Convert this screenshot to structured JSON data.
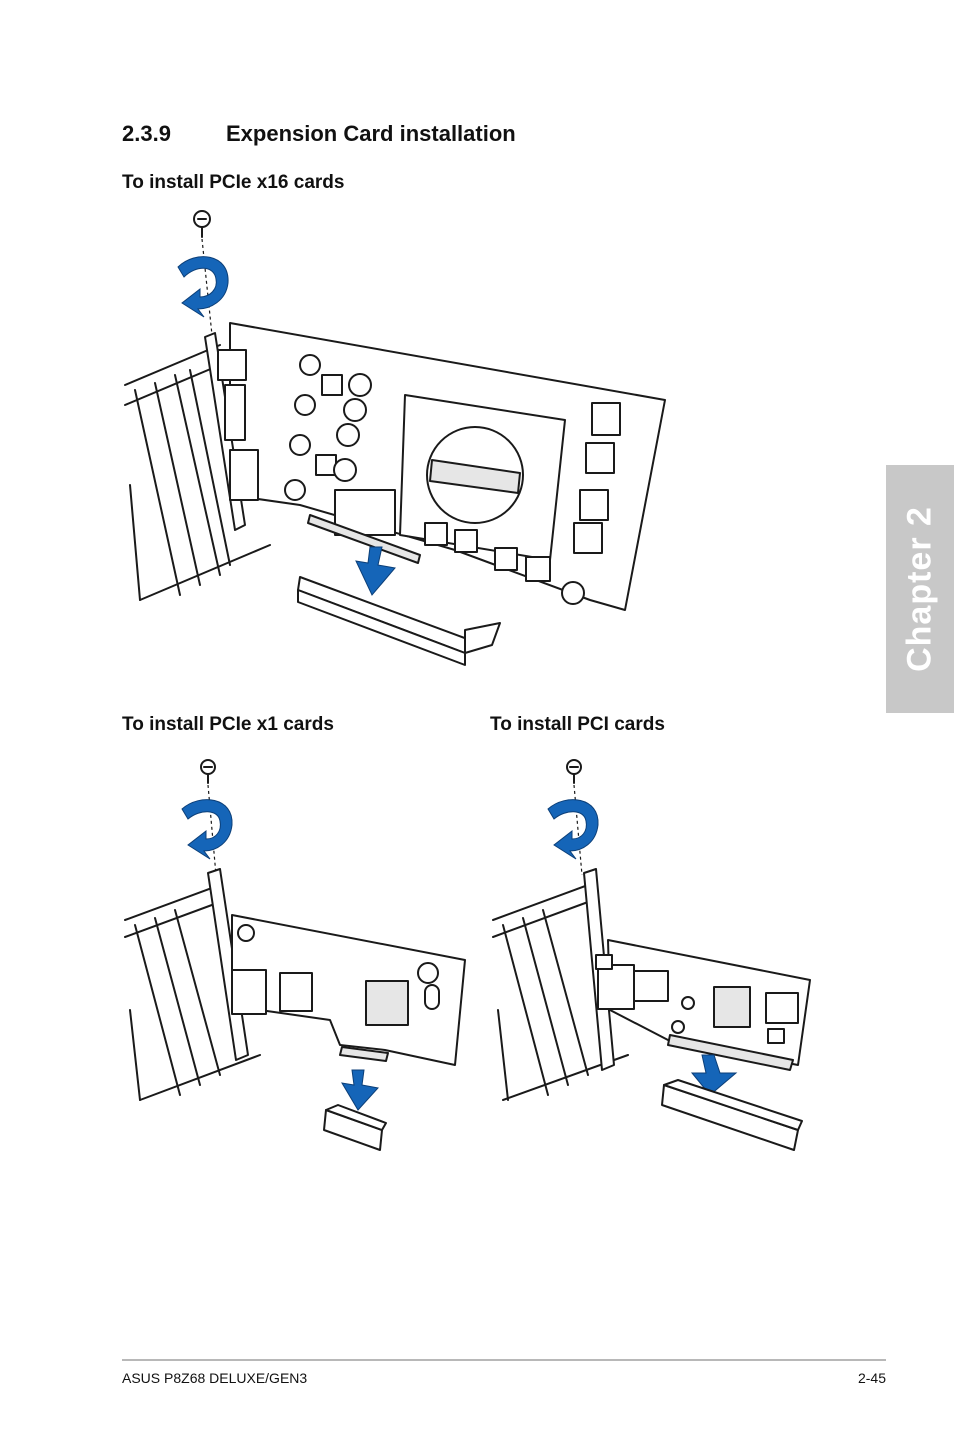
{
  "section": {
    "number": "2.3.9",
    "title": "Expension Card installation"
  },
  "figures": {
    "pcie_x16": {
      "caption": "To install PCIe x16 cards"
    },
    "pcie_x1": {
      "caption": "To install PCIe x1 cards"
    },
    "pci": {
      "caption": "To install PCI cards"
    }
  },
  "sidebar": {
    "chapter_label": "Chapter 2"
  },
  "footer": {
    "product": "ASUS P8Z68 DELUXE/GEN3",
    "page": "2-45"
  },
  "colors": {
    "accent_blue": "#1565b8",
    "tab_gray": "#c8c8c8"
  }
}
